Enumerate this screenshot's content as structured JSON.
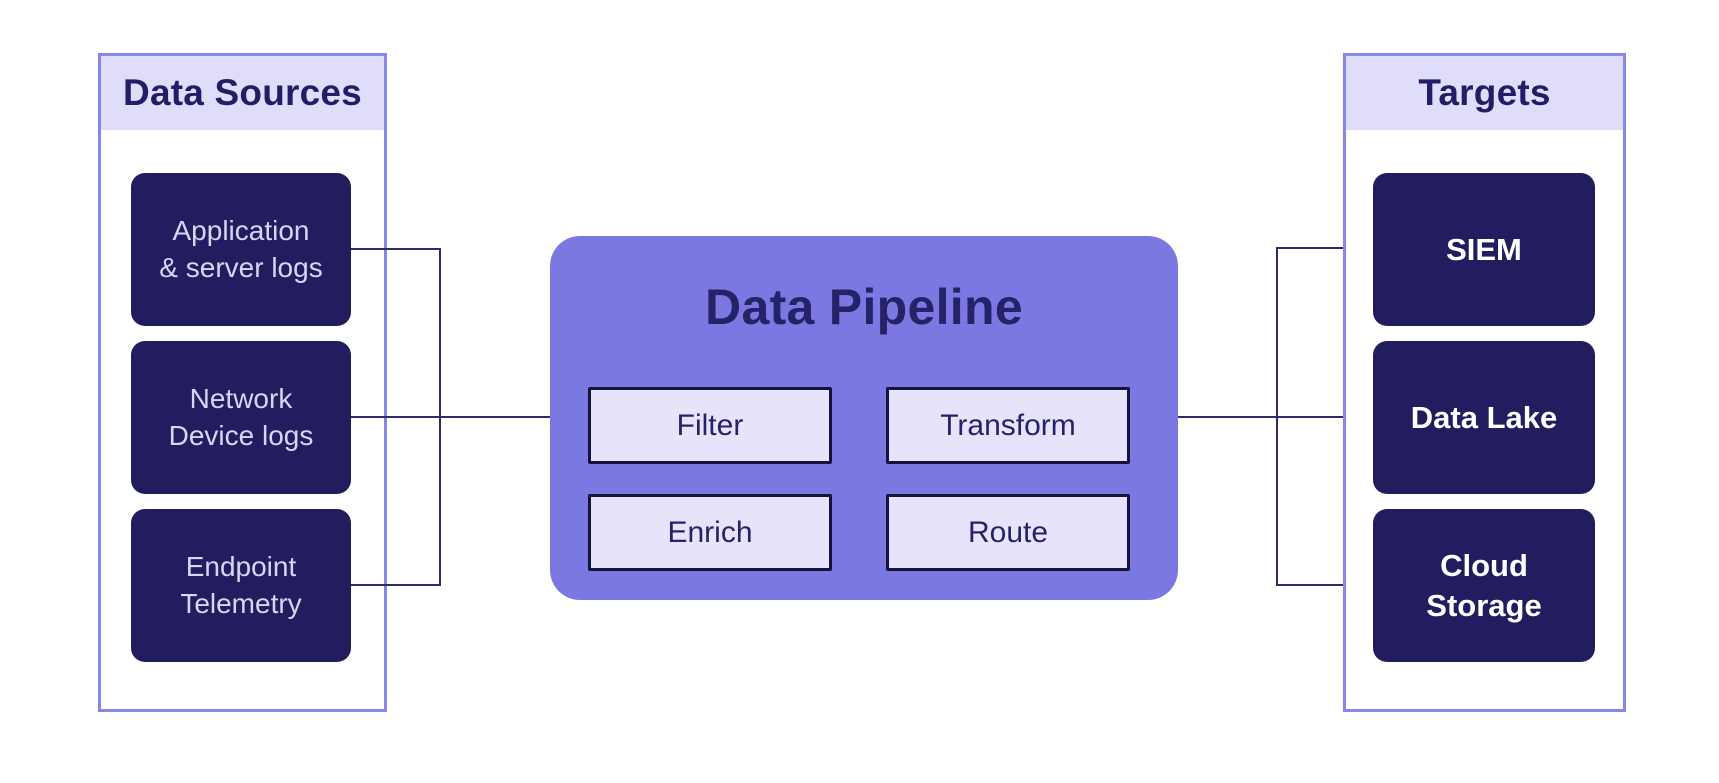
{
  "sources_panel": {
    "title": "Data Sources",
    "items": [
      {
        "label": "Application\n& server logs"
      },
      {
        "label": "Network\nDevice logs"
      },
      {
        "label": "Endpoint\nTelemetry"
      }
    ]
  },
  "pipeline": {
    "title": "Data Pipeline",
    "stages": [
      {
        "label": "Filter"
      },
      {
        "label": "Transform"
      },
      {
        "label": "Enrich"
      },
      {
        "label": "Route"
      }
    ]
  },
  "targets_panel": {
    "title": "Targets",
    "items": [
      {
        "label": "SIEM"
      },
      {
        "label": "Data Lake"
      },
      {
        "label": "Cloud\nStorage"
      }
    ]
  },
  "colors": {
    "panel_border": "#8687e8",
    "panel_header_bg": "#dfddf9",
    "heading_text": "#221e66",
    "node_fill": "#211d5e",
    "node_text": "#d8d5f4",
    "target_text": "#ffffff",
    "pipeline_bg": "#7b79e1",
    "stage_fill": "#e7e3fb",
    "stage_border": "#15123d",
    "connector": "#2e2b6a",
    "background": "#ffffff"
  }
}
